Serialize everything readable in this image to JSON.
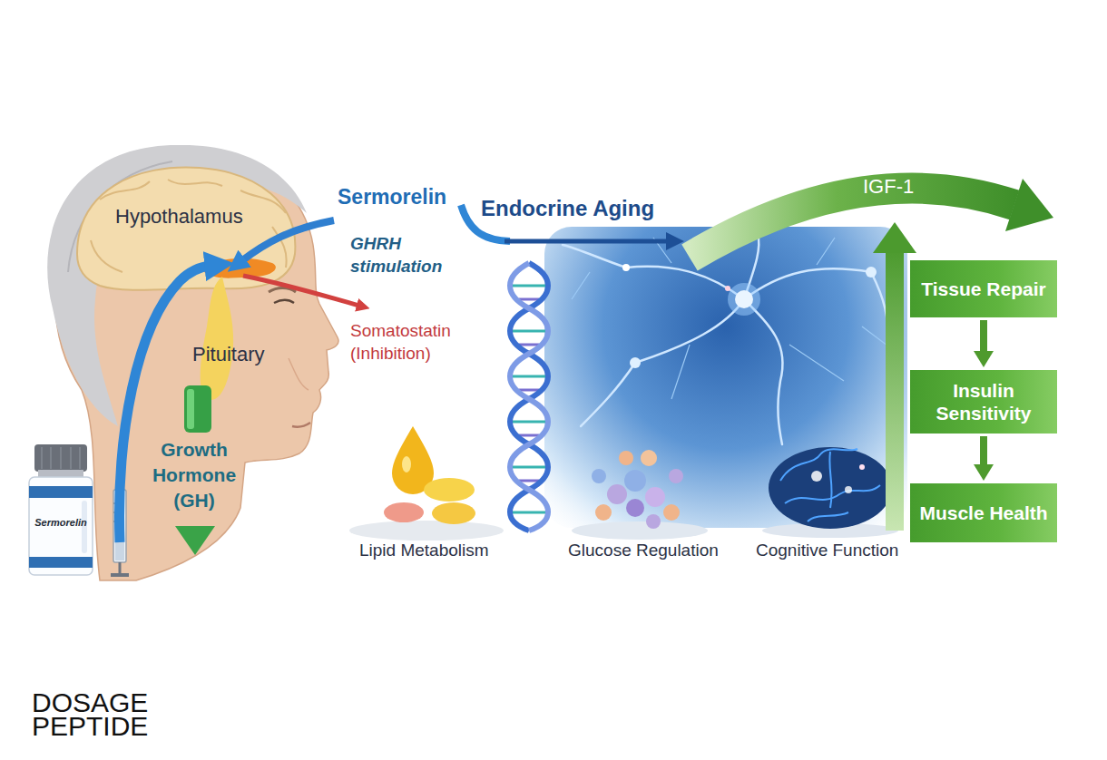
{
  "diagram": {
    "nodes": [
      {
        "text": [
          "Tissue Repair"
        ]
      },
      {
        "text": [
          "Insulin Sensitivity"
        ]
      },
      {
        "text": [
          "Muscle Health"
        ]
      },
      {
        "text": [
          "Sermorelin"
        ]
      }
    ],
    "edges": [
      {
        "from": 0,
        "to": 1,
        "arrow": "to"
      },
      {
        "from": 1,
        "to": 2,
        "arrow": "to"
      }
    ],
    "labels": [
      "Hypothalamus",
      "Sermorelin",
      "GHRH stimulation",
      "Endocrine Aging",
      "IGF-1",
      "Somatostatin (Inhibition)",
      "Pituitary",
      "Growth Hormone (GH)",
      "Lipid Metabolism",
      "Glucose Regulation",
      "Cognitive Function",
      "DOSAGE",
      "PEPTIDE"
    ]
  }
}
